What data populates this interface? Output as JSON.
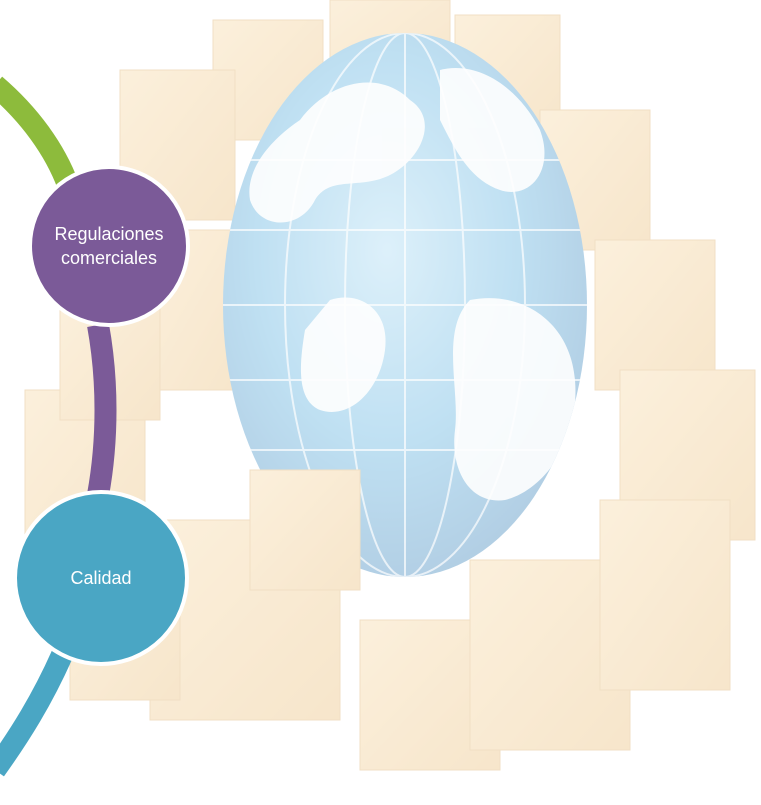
{
  "diagram": {
    "nodes": [
      {
        "label": "Regulaciones\ncomerciales",
        "color": "#7b5a98"
      },
      {
        "label": "Calidad",
        "color": "#4aa6c4"
      }
    ],
    "connectors": [
      {
        "color": "#8dbb3c"
      },
      {
        "color": "#7b5a98"
      },
      {
        "color": "#4aa6c4"
      }
    ],
    "background": {
      "icon": "globe-with-boxes",
      "box_color": "#f1c98a",
      "globe_color": "#3fa3d6"
    }
  }
}
